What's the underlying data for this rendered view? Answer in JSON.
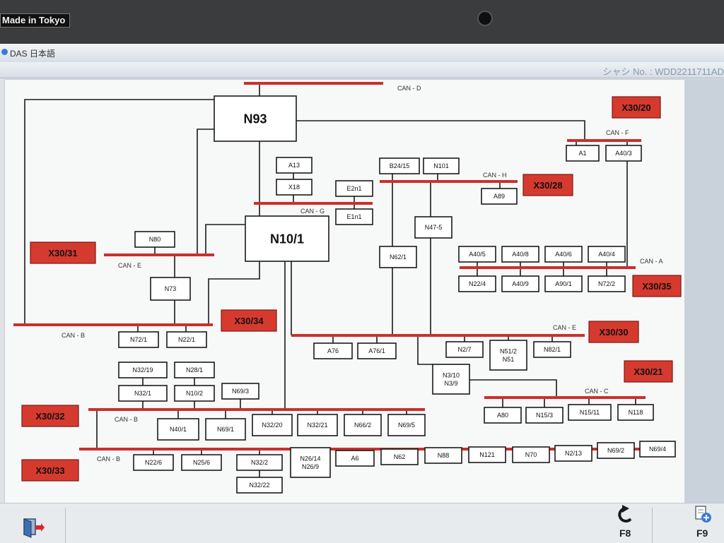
{
  "bezel": {
    "maker_label": "Made in Tokyo"
  },
  "window": {
    "title": "DAS 日本語",
    "chassis": "シャシ No. : WDD2211711AD"
  },
  "colors": {
    "bus": "#c9302c",
    "label_bg": "#d63a2f",
    "window_bg": "#f7f8f8"
  },
  "diagram": {
    "buses": [
      {
        "id": "can_d",
        "label": "CAN - D"
      },
      {
        "id": "can_f",
        "label": "CAN - F"
      },
      {
        "id": "can_g",
        "label": "CAN - G"
      },
      {
        "id": "can_h",
        "label": "CAN - H"
      },
      {
        "id": "can_e_left",
        "label": "CAN - E"
      },
      {
        "id": "can_a",
        "label": "CAN - A"
      },
      {
        "id": "can_b_left",
        "label": "CAN - B"
      },
      {
        "id": "can_e_mid",
        "label": "CAN - E"
      },
      {
        "id": "can_c",
        "label": "CAN - C"
      },
      {
        "id": "can_b_mid",
        "label": "CAN - B"
      },
      {
        "id": "can_b_bottom",
        "label": "CAN - B"
      }
    ],
    "labels": [
      "X30/20",
      "X30/28",
      "X30/31",
      "X30/35",
      "X30/34",
      "X30/30",
      "X30/21",
      "X30/32",
      "X30/33"
    ],
    "modules": [
      {
        "id": "N93",
        "lines": [
          "N93"
        ]
      },
      {
        "id": "N10_1",
        "lines": [
          "N10/1"
        ]
      },
      {
        "id": "A13",
        "lines": [
          "A13"
        ]
      },
      {
        "id": "X18",
        "lines": [
          "X18"
        ]
      },
      {
        "id": "E2n1",
        "lines": [
          "E2n1"
        ]
      },
      {
        "id": "E1n1",
        "lines": [
          "E1n1"
        ]
      },
      {
        "id": "B24_15",
        "lines": [
          "B24/15"
        ]
      },
      {
        "id": "N101",
        "lines": [
          "N101"
        ]
      },
      {
        "id": "A89",
        "lines": [
          "A89"
        ]
      },
      {
        "id": "A1",
        "lines": [
          "A1"
        ]
      },
      {
        "id": "A40_3",
        "lines": [
          "A40/3"
        ]
      },
      {
        "id": "N80",
        "lines": [
          "N80"
        ]
      },
      {
        "id": "N47_5",
        "lines": [
          "N47-5"
        ]
      },
      {
        "id": "N62_1",
        "lines": [
          "N62/1"
        ]
      },
      {
        "id": "N73",
        "lines": [
          "N73"
        ]
      },
      {
        "id": "A40_5",
        "lines": [
          "A40/5"
        ]
      },
      {
        "id": "A40_8",
        "lines": [
          "A40/8"
        ]
      },
      {
        "id": "A40_6",
        "lines": [
          "A40/6"
        ]
      },
      {
        "id": "A40_4",
        "lines": [
          "A40/4"
        ]
      },
      {
        "id": "N22_4",
        "lines": [
          "N22/4"
        ]
      },
      {
        "id": "A40_9",
        "lines": [
          "A40/9"
        ]
      },
      {
        "id": "A90_1",
        "lines": [
          "A90/1"
        ]
      },
      {
        "id": "N72_2",
        "lines": [
          "N72/2"
        ]
      },
      {
        "id": "N72_1",
        "lines": [
          "N72/1"
        ]
      },
      {
        "id": "N22_1",
        "lines": [
          "N22/1"
        ]
      },
      {
        "id": "A76",
        "lines": [
          "A76"
        ]
      },
      {
        "id": "A76_1",
        "lines": [
          "A76/1"
        ]
      },
      {
        "id": "N2_7",
        "lines": [
          "N2/7"
        ]
      },
      {
        "id": "N51_2",
        "lines": [
          "N51/2",
          "N51"
        ]
      },
      {
        "id": "N82_1",
        "lines": [
          "N82/1"
        ]
      },
      {
        "id": "N32_19",
        "lines": [
          "N32/19"
        ]
      },
      {
        "id": "N28_1",
        "lines": [
          "N28/1"
        ]
      },
      {
        "id": "N32_1",
        "lines": [
          "N32/1"
        ]
      },
      {
        "id": "N10_2",
        "lines": [
          "N10/2"
        ]
      },
      {
        "id": "N69_3",
        "lines": [
          "N69/3"
        ]
      },
      {
        "id": "N3_10",
        "lines": [
          "N3/10",
          "N3/9"
        ]
      },
      {
        "id": "A80",
        "lines": [
          "A80"
        ]
      },
      {
        "id": "N15_3",
        "lines": [
          "N15/3"
        ]
      },
      {
        "id": "N15_11",
        "lines": [
          "N15/11"
        ]
      },
      {
        "id": "N118",
        "lines": [
          "N118"
        ]
      },
      {
        "id": "N40_1",
        "lines": [
          "N40/1"
        ]
      },
      {
        "id": "N69_1",
        "lines": [
          "N69/1"
        ]
      },
      {
        "id": "N32_20",
        "lines": [
          "N32/20"
        ]
      },
      {
        "id": "N32_21",
        "lines": [
          "N32/21"
        ]
      },
      {
        "id": "N66_2",
        "lines": [
          "N66/2"
        ]
      },
      {
        "id": "N69_5",
        "lines": [
          "N69/5"
        ]
      },
      {
        "id": "N22_6",
        "lines": [
          "N22/6"
        ]
      },
      {
        "id": "N25_6",
        "lines": [
          "N25/6"
        ]
      },
      {
        "id": "N32_2",
        "lines": [
          "N32/2"
        ]
      },
      {
        "id": "N26_14",
        "lines": [
          "N26/14",
          "N26/9"
        ]
      },
      {
        "id": "A6",
        "lines": [
          "A6"
        ]
      },
      {
        "id": "N62",
        "lines": [
          "N62"
        ]
      },
      {
        "id": "N88",
        "lines": [
          "N88"
        ]
      },
      {
        "id": "N121",
        "lines": [
          "N121"
        ]
      },
      {
        "id": "N70",
        "lines": [
          "N70"
        ]
      },
      {
        "id": "N2_13",
        "lines": [
          "N2/13"
        ]
      },
      {
        "id": "N69_2",
        "lines": [
          "N69/2"
        ]
      },
      {
        "id": "N69_4",
        "lines": [
          "N69/4"
        ]
      },
      {
        "id": "N32_22",
        "lines": [
          "N32/22"
        ]
      }
    ]
  },
  "toolbar": {
    "f8": "F8",
    "f9": "F9"
  }
}
